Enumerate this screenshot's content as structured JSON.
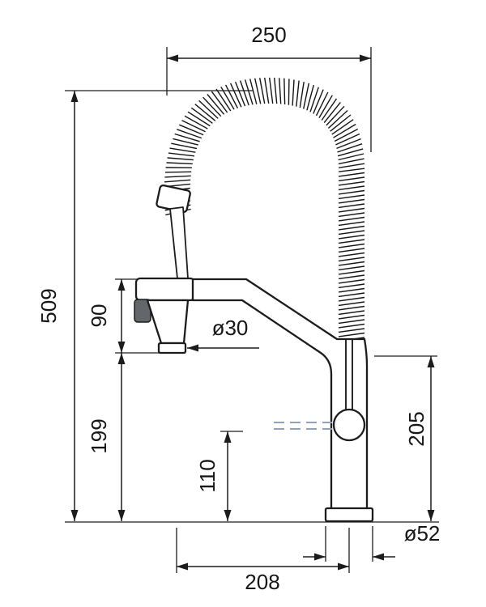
{
  "labels": {
    "dim_250": "250",
    "dim_509": "509",
    "dim_90": "90",
    "dim_199": "199",
    "dim_110": "110",
    "dim_205": "205",
    "dia_30": "ø30",
    "dia_52": "ø52",
    "dim_208": "208"
  },
  "colors": {
    "line": "#1c1c1c",
    "hidden_line": "#93a2b8",
    "grip_fill": "#63676c"
  }
}
